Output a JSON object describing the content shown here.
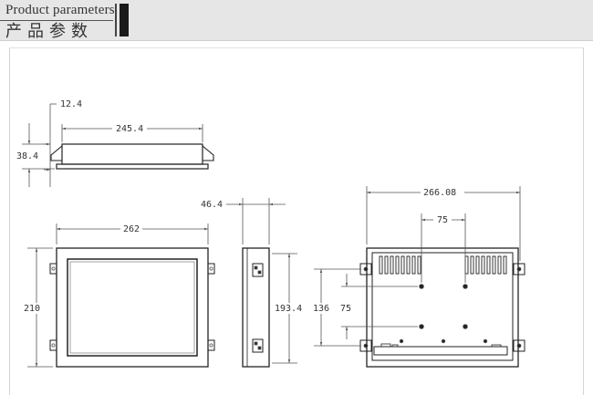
{
  "header": {
    "title_en": "Product parameters",
    "title_cn": "产品参数"
  },
  "dimensions": {
    "top_view": {
      "flange": "12.4",
      "width": "245.4",
      "height": "38.4"
    },
    "front_view": {
      "width": "262",
      "height": "210"
    },
    "side_view": {
      "depth": "46.4",
      "height": "193.4"
    },
    "rear_view": {
      "width": "266.08",
      "hole_spacing_x": "75",
      "hole_spacing_y": "75",
      "bracket_height": "136"
    }
  },
  "colors": {
    "line": "#222222",
    "dim": "#555555",
    "header_bg": "#e6e6e6"
  }
}
